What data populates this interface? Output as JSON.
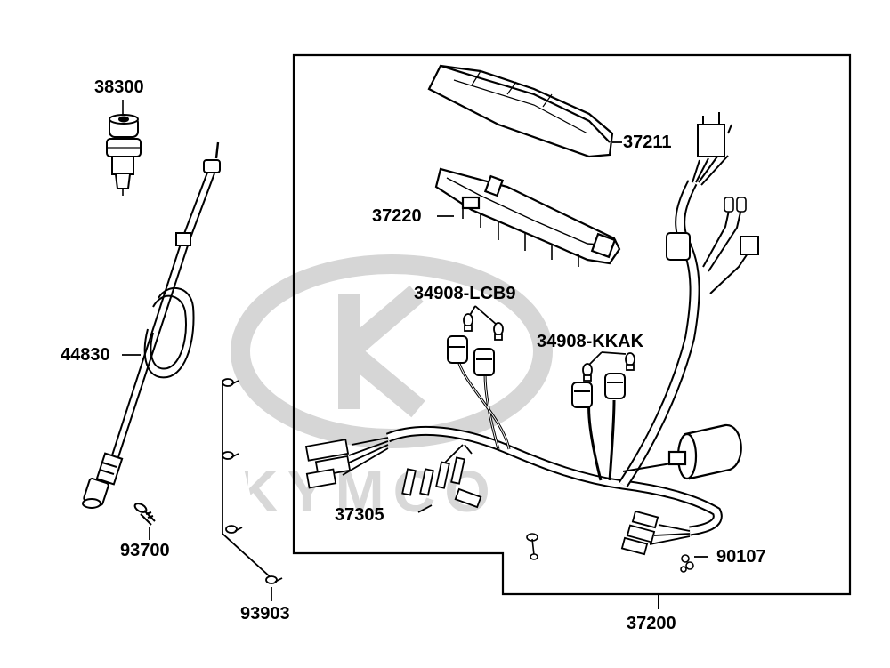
{
  "watermark": {
    "brand": "KYMCO"
  },
  "parts": {
    "p38300": "38300",
    "p44830": "44830",
    "p93700": "93700",
    "p93903": "93903",
    "p37211": "37211",
    "p37220": "37220",
    "p34908_lcb9": "34908-LCB9",
    "p34908_kkak": "34908-KKAK",
    "p37305": "37305",
    "p90107": "90107",
    "p37200": "37200"
  },
  "colors": {
    "ink": "#000000",
    "watermark": "#d2d2d2",
    "background": "#ffffff"
  }
}
